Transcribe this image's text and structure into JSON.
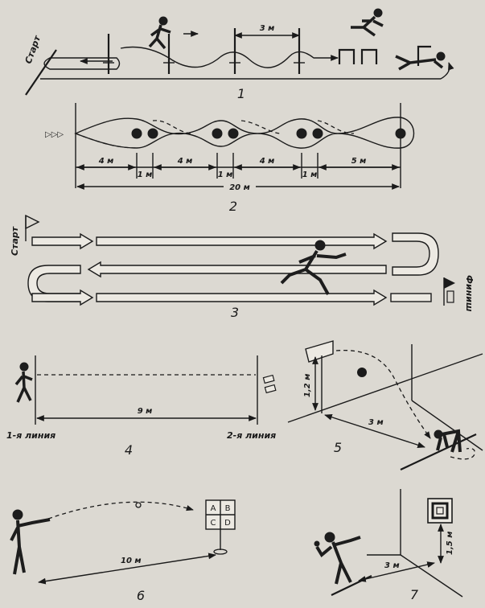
{
  "panel1": {
    "number": "1",
    "start_label": "Старт",
    "distance_label": "3 м"
  },
  "panel2": {
    "number": "2",
    "segments": [
      "4 м",
      "1 м",
      "4 м",
      "1 м",
      "4 м",
      "1 м",
      "5 м"
    ],
    "total_label": "20 м"
  },
  "panel3": {
    "number": "3",
    "start_label": "Старт",
    "finish_label": "Финиш"
  },
  "panel4": {
    "number": "4",
    "line1_label": "1-я линия",
    "line2_label": "2-я линия",
    "distance_label": "9 м"
  },
  "panel5": {
    "number": "5",
    "height_label": "1,2 м",
    "distance_label": "3 м"
  },
  "panel6": {
    "number": "6",
    "distance_label": "10 м",
    "target_cells": [
      "A",
      "B",
      "C",
      "D"
    ]
  },
  "panel7": {
    "number": "7",
    "height_label": "1,5 м",
    "distance_label": "3 м"
  }
}
